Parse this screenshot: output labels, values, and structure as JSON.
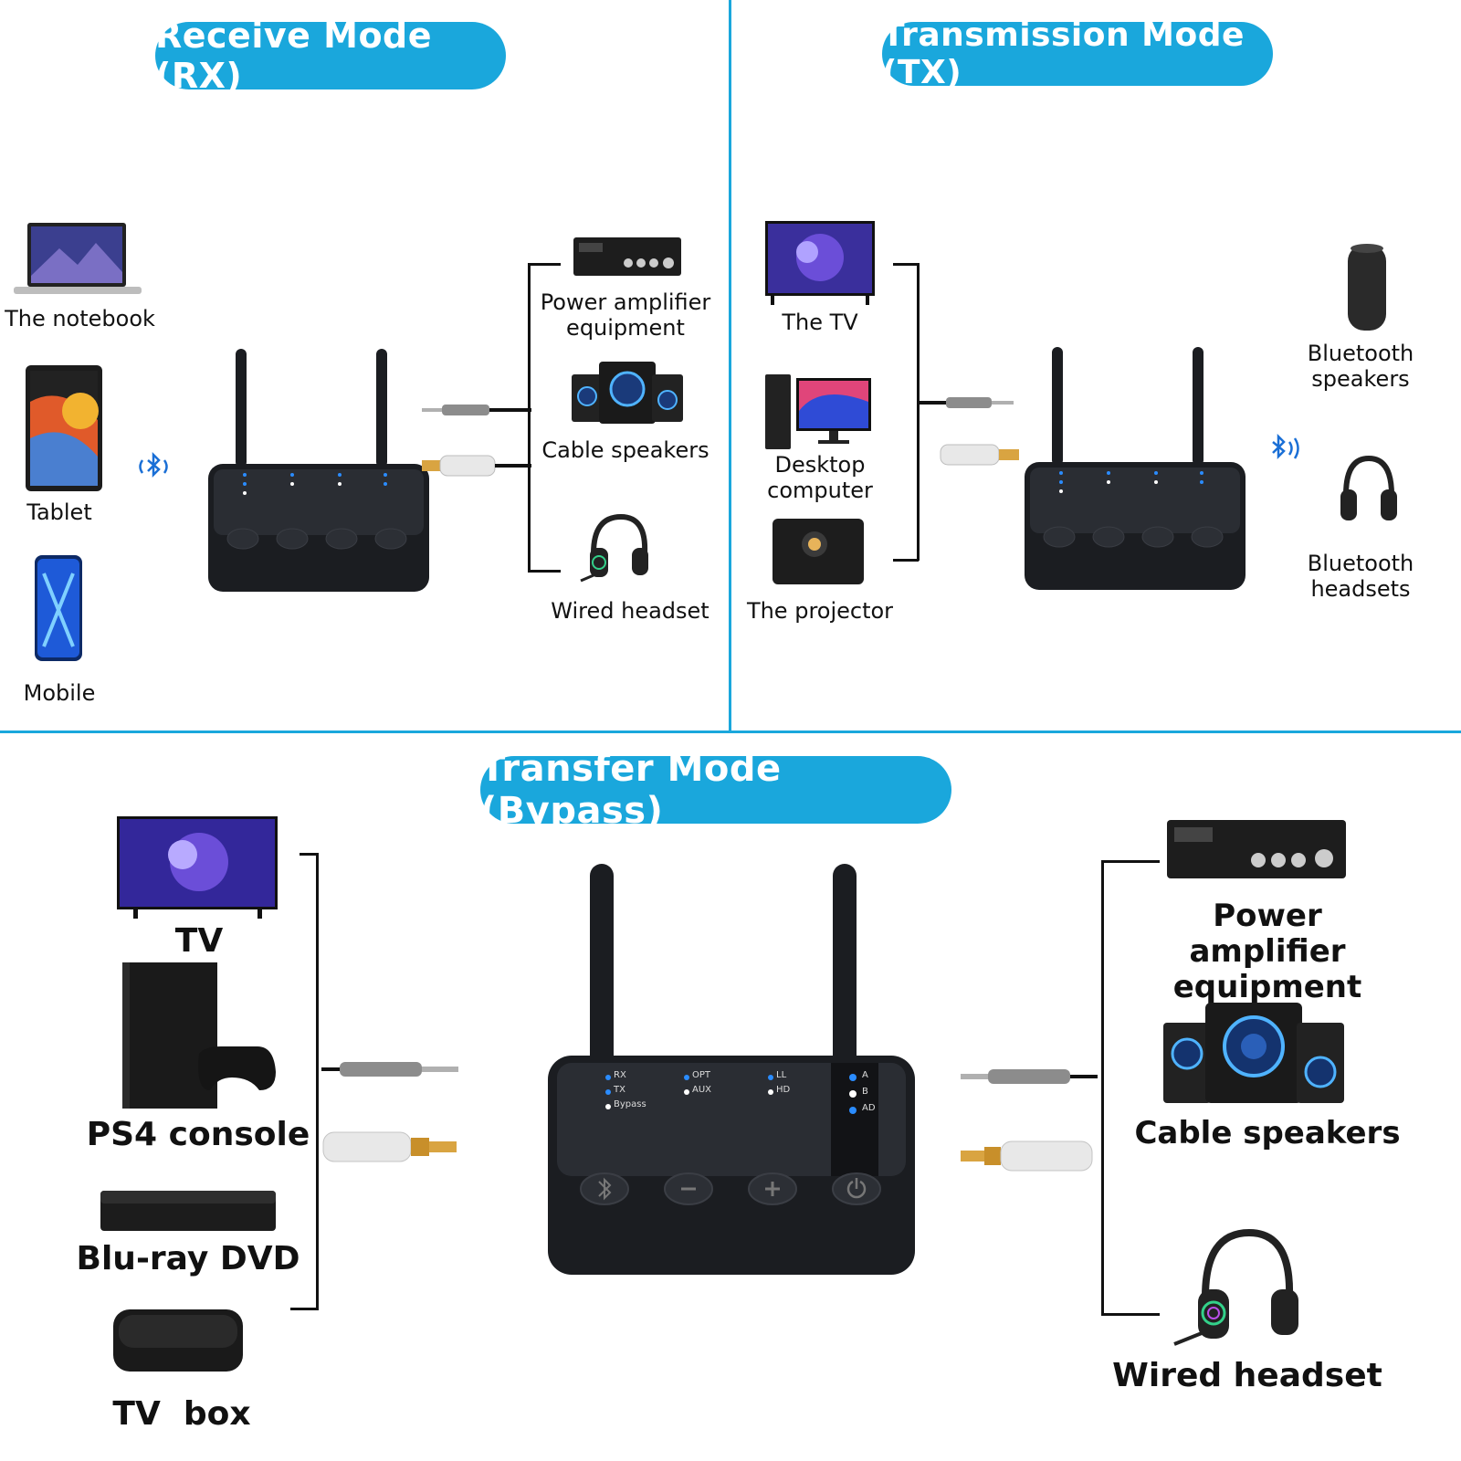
{
  "rx": {
    "title": "Receive Mode (RX)",
    "sources": [
      "The notebook",
      "Tablet",
      "Mobile"
    ],
    "outputs": [
      "Power amplifier equipment",
      "Cable speakers",
      "Wired headset"
    ]
  },
  "tx": {
    "title": "Transmission Mode (TX)",
    "sources": [
      "The TV",
      "Desktop computer",
      "The projector"
    ],
    "outputs": [
      "Bluetooth speakers",
      "Bluetooth headsets"
    ]
  },
  "bypass": {
    "title": "Transfer Mode (Bypass)",
    "sources": [
      "TV",
      "PS4 console",
      "Blu-ray DVD",
      "TV  box"
    ],
    "outputs": [
      "Power amplifier equipment",
      "Cable speakers",
      "Wired headset"
    ]
  },
  "device_panel": {
    "left_leds": [
      "RX",
      "TX",
      "Bypass"
    ],
    "mid_leds": [
      "OPT",
      "AUX"
    ],
    "right_leds": [
      "LL",
      "HD"
    ],
    "edge_leds": [
      "A",
      "B",
      "AD"
    ]
  },
  "colors": {
    "accent": "#1aa7dc",
    "device": "#1b1d21",
    "led": "#2a8cff"
  },
  "icons": [
    "bluetooth-icon",
    "minus-icon",
    "plus-icon",
    "power-icon"
  ]
}
